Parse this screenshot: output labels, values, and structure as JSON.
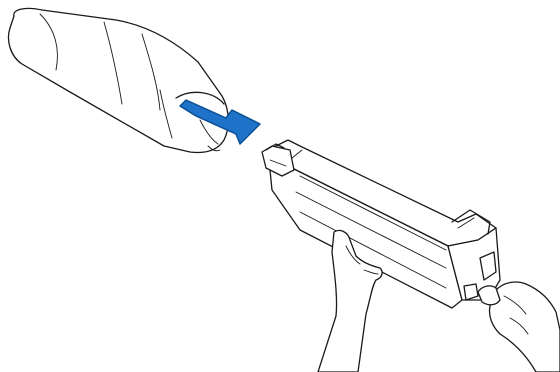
{
  "figure": {
    "arrow_color": "#1e73c8",
    "arrow_outline_color": "#0b4f94",
    "line_color": "#1a1a1a",
    "background_color": "#ffffff"
  },
  "elements": [
    "protective-bag",
    "removal-arrow",
    "toner-cartridge",
    "left-hand",
    "right-hand"
  ]
}
